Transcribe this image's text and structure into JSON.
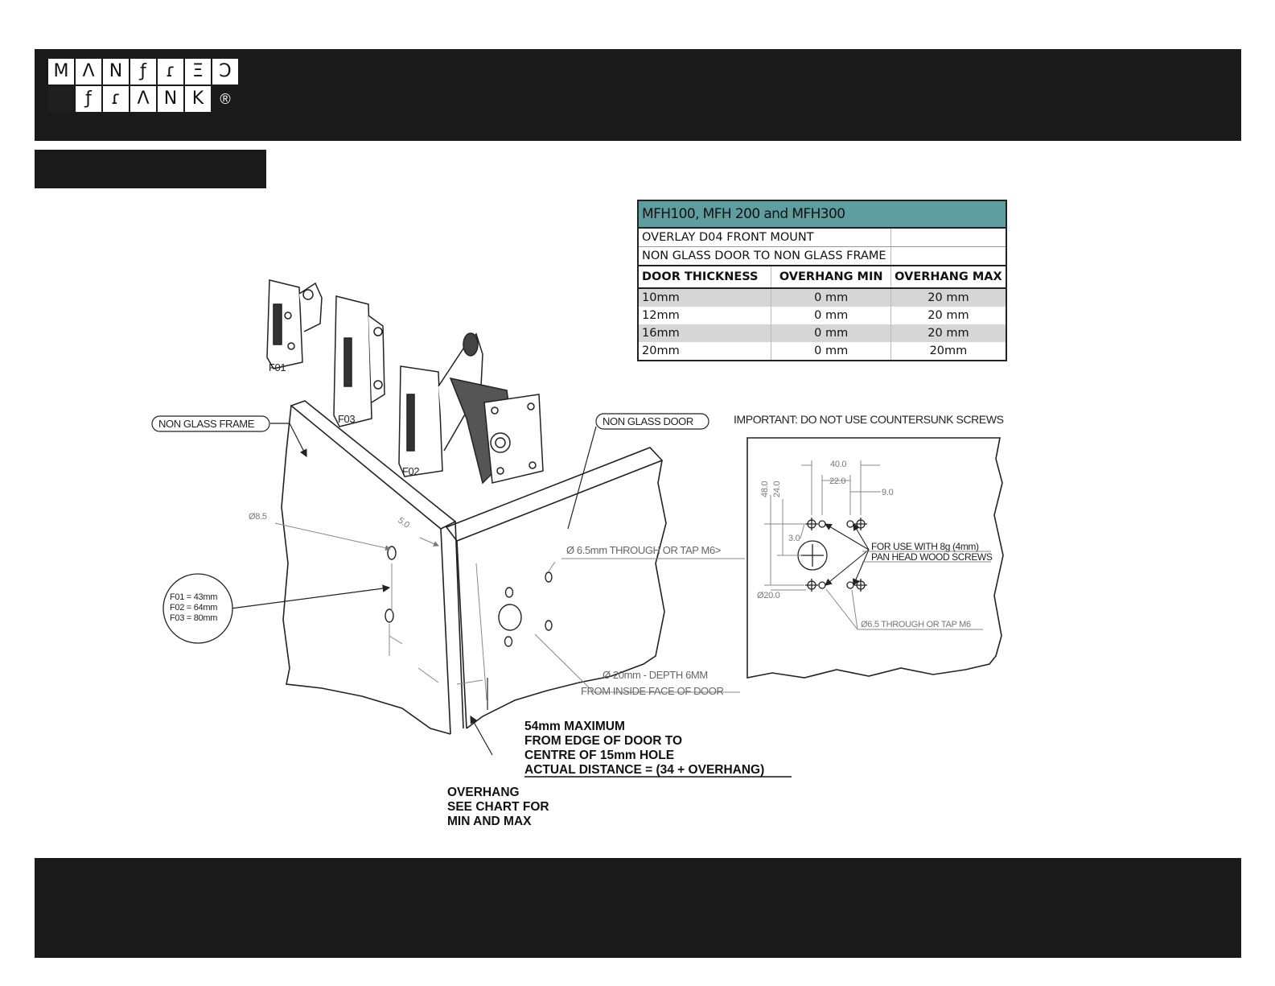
{
  "logo": {
    "row1": [
      "M",
      "Λ",
      "N",
      "ƒ",
      "ɾ",
      "Ξ",
      "Ͻ"
    ],
    "row2": [
      "",
      "ƒ",
      "ɾ",
      "Λ",
      "N",
      "K"
    ],
    "reg": "®"
  },
  "table": {
    "title": "MFH100, MFH 200 and MFH300",
    "info": [
      "OVERLAY D04 FRONT MOUNT",
      "NON GLASS DOOR TO NON GLASS FRAME"
    ],
    "headers": [
      "DOOR THICKNESS",
      "OVERHANG MIN",
      "OVERHANG MAX"
    ],
    "rows": [
      [
        "10mm",
        "0 mm",
        "20 mm"
      ],
      [
        "12mm",
        "0 mm",
        "20 mm"
      ],
      [
        "16mm",
        "0 mm",
        "20 mm"
      ],
      [
        "20mm",
        "0 mm",
        "20mm"
      ]
    ]
  },
  "drawing": {
    "labels": {
      "non_glass_frame": "NON GLASS FRAME",
      "non_glass_door": "NON GLASS DOOR",
      "important": "IMPORTANT: DO NOT USE COUNTERSUNK SCREWS",
      "f01": "F01",
      "f02": "F02",
      "f03": "F03",
      "f01_len": "F01 = 43mm",
      "f02_len": "F02 = 64mm",
      "f03_len": "F03 = 80mm",
      "dia_85": "Ø8.5",
      "dim_50": "5.0",
      "dia_65_through": "Ø 6.5mm THROUGH OR TAP M6>",
      "dia_20_depth": "Ø 20mm - DEPTH 6MM",
      "from_inside": "FROM INSIDE FACE OF DOOR",
      "d40": "40.0",
      "d22": "22.0",
      "d9": "9.0",
      "d48": "48.0",
      "d24": "24.0",
      "d3": "3.0",
      "d200": "Ø20.0",
      "screw_note_1": "FOR USE WITH 8g (4mm)",
      "screw_note_2": "PAN HEAD WOOD SCREWS",
      "dia_65_tap": "Ø6.5 THROUGH OR TAP M6"
    },
    "notes": {
      "max_1": "54mm MAXIMUM",
      "max_2": "FROM EDGE OF DOOR TO",
      "max_3": "CENTRE OF 15mm HOLE",
      "max_4": "ACTUAL DISTANCE = (34 + OVERHANG)",
      "ov_1": "OVERHANG",
      "ov_2": "SEE CHART FOR",
      "ov_3": "MIN AND MAX"
    }
  }
}
